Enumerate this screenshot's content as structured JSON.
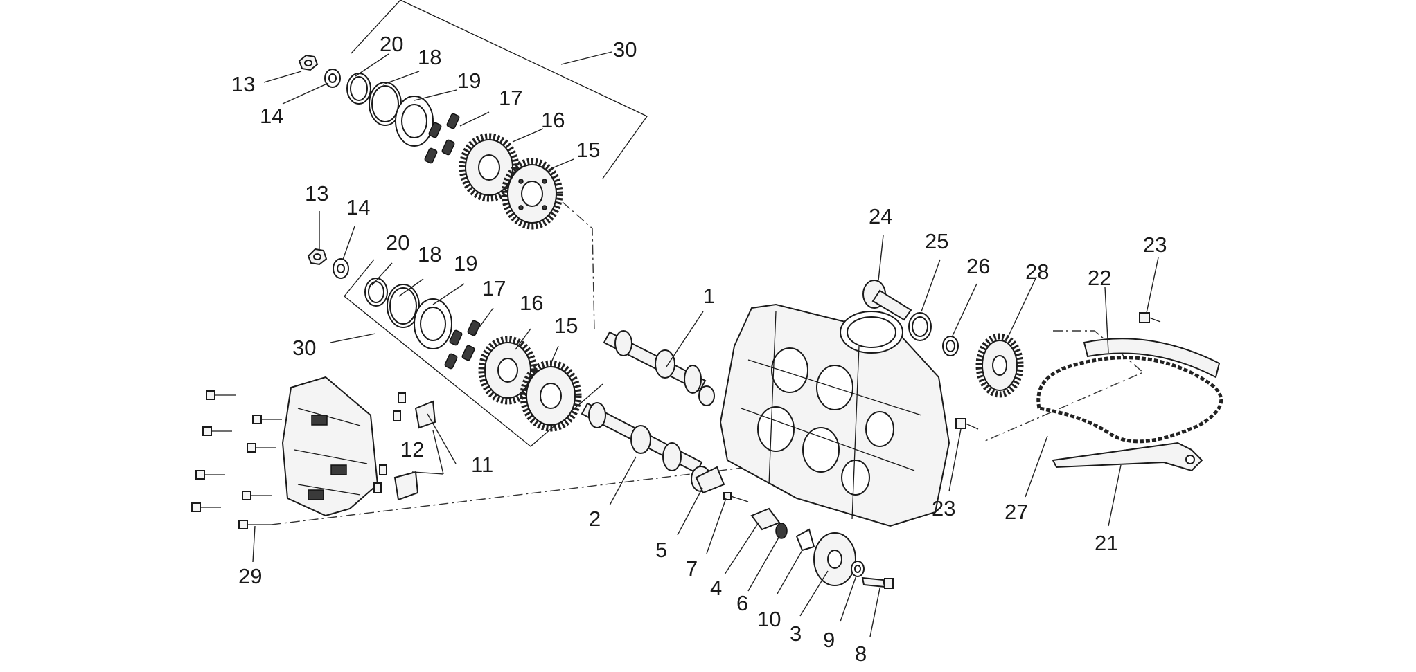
{
  "diagram": {
    "callouts": {
      "c1": "1",
      "c2": "2",
      "c3": "3",
      "c4": "4",
      "c5": "5",
      "c6": "6",
      "c7": "7",
      "c8": "8",
      "c9": "9",
      "c10": "10",
      "c11": "11",
      "c12": "12",
      "c13a": "13",
      "c13b": "13",
      "c14a": "14",
      "c14b": "14",
      "c15a": "15",
      "c15b": "15",
      "c16a": "16",
      "c16b": "16",
      "c17a": "17",
      "c17b": "17",
      "c18a": "18",
      "c18b": "18",
      "c19a": "19",
      "c19b": "19",
      "c20a": "20",
      "c20b": "20",
      "c21": "21",
      "c22": "22",
      "c23a": "23",
      "c23b": "23",
      "c24": "24",
      "c25": "25",
      "c26": "26",
      "c27": "27",
      "c28": "28",
      "c29": "29",
      "c30a": "30",
      "c30b": "30"
    }
  }
}
